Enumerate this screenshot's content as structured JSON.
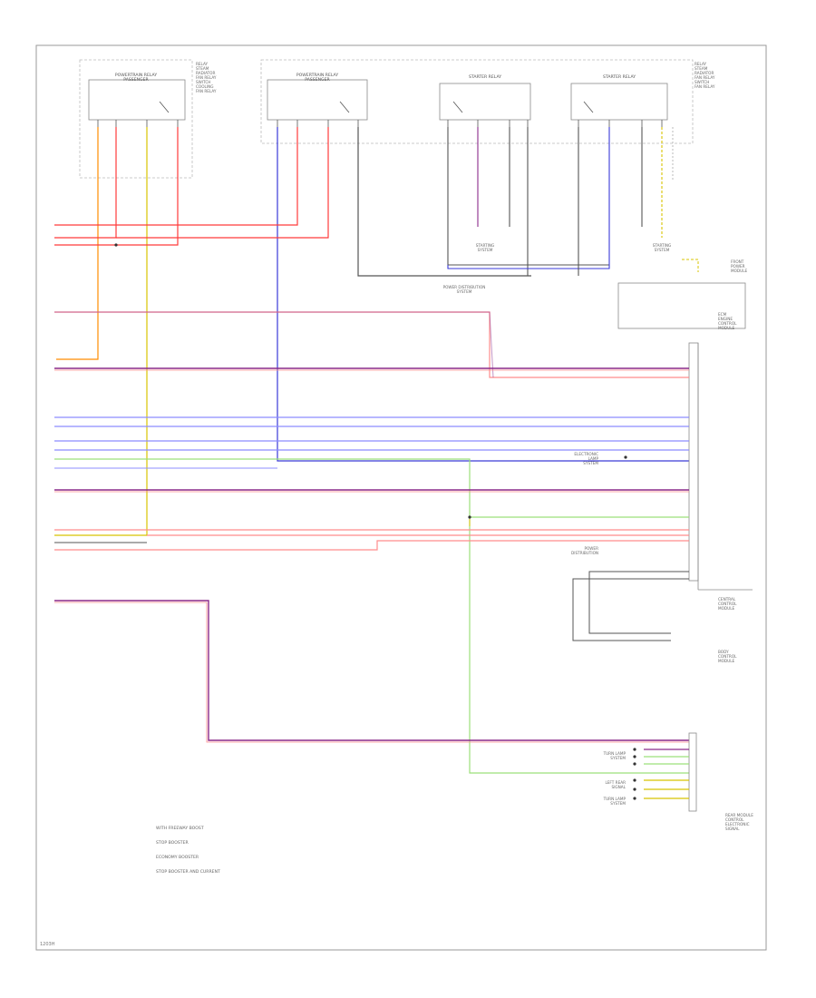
{
  "diagram": {
    "code": "1203H"
  },
  "colors": {
    "red": "#ff3b3b",
    "pink": "#ff8c8c",
    "blue": "#3a3ad8",
    "light_blue": "#8c8cff",
    "violet": "#8a2a8a",
    "yellow": "#d8c400",
    "light_green": "#9ce07a",
    "dark": "#555555",
    "grey": "#aaaaaa",
    "frame": "#9a9a9a"
  },
  "components": {
    "relay_1": {
      "title": "POWERTRAIN RELAY\nPASSENGER"
    },
    "relay_2": {
      "title": "POWERTRAIN RELAY\nPASSENGER"
    },
    "relay_box_note_1": {
      "text": "RELAY\nSTEAM\nRADIATOR\nFAN RELAY\nSWITCH\nCOOLING\nFAN RELAY"
    },
    "starter_relay_1": {
      "title": "STARTER RELAY"
    },
    "starter_relay_2": {
      "title": "STARTER RELAY"
    },
    "relay_box_note_2": {
      "text": "RELAY\nSTEAM\nRADIATOR\nFAN RELAY\nSWITCH\nFAN RELAY"
    },
    "starting_system_1": {
      "text": "STARTING\nSYSTEM"
    },
    "starting_system_2": {
      "text": "STARTING\nSYSTEM"
    },
    "power_distribution_1": {
      "text": "POWER DISTRIBUTION\nSYSTEM"
    },
    "ecm": {
      "text": "ECM\nENGINE\nCONTROL\nMODULE"
    },
    "module_2": {
      "text": "FRONT\nPOWER\nMODULE"
    },
    "electronic_lamp": {
      "text": "ELECTRONIC\nLAMP\nSYSTEM"
    },
    "power_distribution_2": {
      "text": "POWER\nDISTRIBUTION"
    },
    "central_ctrl": {
      "text": "CENTRAL\nCONTROL\nMODULE"
    },
    "body_control": {
      "text": "BODY\nCONTROL\nMODULE"
    },
    "rear_module": {
      "text": "REAR MODULE\nCONTROL\nELECTRONIC\nSIGNAL"
    },
    "rear_annot_1": {
      "text": "TURN LAMP\nSYSTEM"
    },
    "rear_annot_2": {
      "text": "LEFT REAR\nSIGNAL"
    },
    "rear_annot_3": {
      "text": "TURN LAMP\nSYSTEM"
    }
  },
  "legend": [
    {
      "text": "WITH FREEWAY BOOST"
    },
    {
      "text": "STOP BOOSTER"
    },
    {
      "text": "ECONOMY BOOSTER"
    },
    {
      "text": "STOP BOOSTER AND CURRENT"
    }
  ]
}
